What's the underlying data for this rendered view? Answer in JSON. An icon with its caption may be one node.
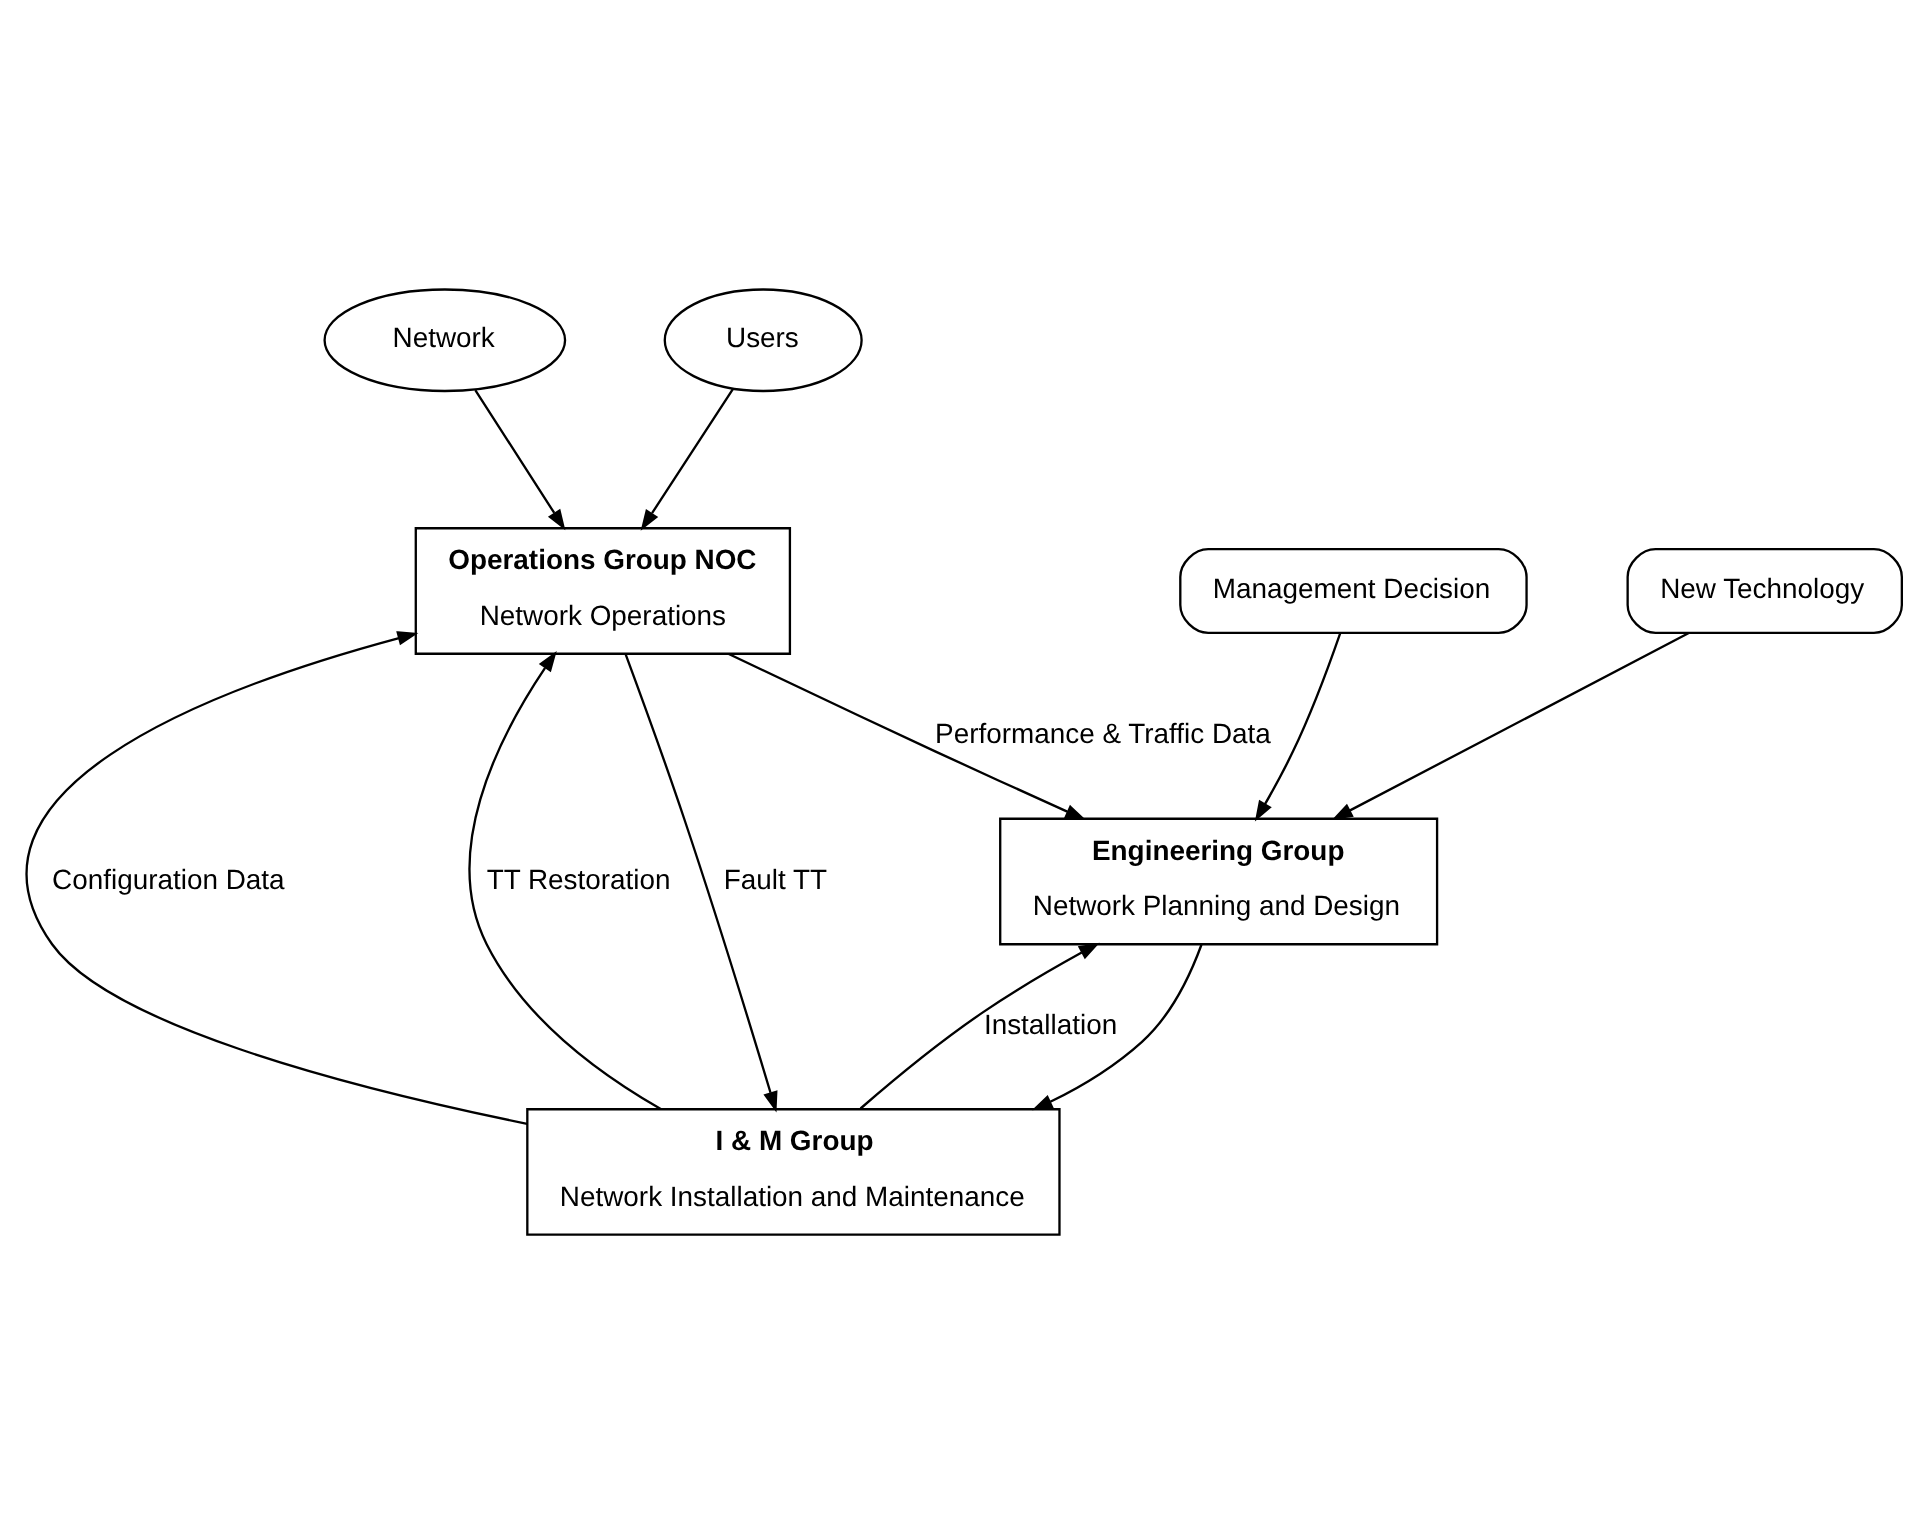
{
  "diagram": {
    "nodes": [
      {
        "text": [
          "Network"
        ]
      },
      {
        "text": [
          "Users"
        ]
      },
      {
        "text": [
          "Management Decision"
        ]
      },
      {
        "text": [
          "New Technology"
        ]
      },
      {
        "text": [
          "Engineering Group",
          "Network Planning and Design"
        ]
      },
      {
        "text": [
          "Operations Group NOC",
          "Network Operations"
        ]
      },
      {
        "text": [
          "I & M Group",
          "Network Installation and Maintenance"
        ]
      }
    ],
    "edges": [
      {
        "from": 3,
        "to": 4,
        "arrow": "to"
      },
      {
        "from": 2,
        "to": 4,
        "arrow": "to"
      },
      {
        "from": 5,
        "to": 4,
        "arrow": "to",
        "label": "Performance & Traffic Data"
      },
      {
        "from": 1,
        "to": 5,
        "arrow": "to"
      },
      {
        "from": 0,
        "to": 5,
        "arrow": "to"
      },
      {
        "from": 6,
        "to": 5,
        "arrow": "to",
        "label": "Configuration Data"
      },
      {
        "from": 6,
        "to": 5,
        "arrow": "to",
        "label": "TT Restoration"
      },
      {
        "from": 5,
        "to": 6,
        "arrow": "to",
        "label": "Fault TT"
      },
      {
        "from": 4,
        "to": 6,
        "arrow": "to"
      },
      {
        "from": 6,
        "to": 4,
        "arrow": "to",
        "label": "Installation"
      }
    ]
  }
}
